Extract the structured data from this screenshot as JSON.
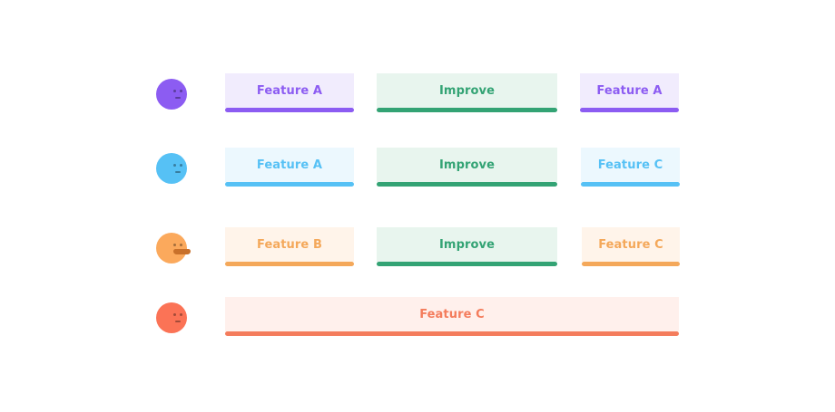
{
  "rows": [
    {
      "avatar": {
        "icon": "face-icon",
        "color": "#8c5cf2"
      },
      "blocks": [
        {
          "label": "Feature A",
          "text_color": "#8c5cf2",
          "bg": "#f1ecfd",
          "bar": "#8c5cf2"
        },
        {
          "label": "Improve",
          "text_color": "#33a374",
          "bg": "#e8f5ee",
          "bar": "#33a374"
        },
        {
          "label": "Feature A",
          "text_color": "#8c5cf2",
          "bg": "#f1ecfd",
          "bar": "#8c5cf2"
        }
      ]
    },
    {
      "avatar": {
        "icon": "face-icon",
        "color": "#56c1f5"
      },
      "blocks": [
        {
          "label": "Feature A",
          "text_color": "#56c1f5",
          "bg": "#ecf8fe",
          "bar": "#56c1f5"
        },
        {
          "label": "Improve",
          "text_color": "#33a374",
          "bg": "#e8f5ee",
          "bar": "#33a374"
        },
        {
          "label": "Feature C",
          "text_color": "#56c1f5",
          "bg": "#ecf8fe",
          "bar": "#56c1f5"
        }
      ]
    },
    {
      "avatar": {
        "icon": "mustache-face-icon",
        "color": "#fba95c"
      },
      "blocks": [
        {
          "label": "Feature B",
          "text_color": "#f4a85a",
          "bg": "#fff4ea",
          "bar": "#f4a85a"
        },
        {
          "label": "Improve",
          "text_color": "#33a374",
          "bg": "#e8f5ee",
          "bar": "#33a374"
        },
        {
          "label": "Feature C",
          "text_color": "#f4a85a",
          "bg": "#fff4ea",
          "bar": "#f4a85a"
        }
      ]
    },
    {
      "avatar": {
        "icon": "face-icon",
        "color": "#fb7356"
      },
      "blocks": [
        {
          "label": "Feature C",
          "text_color": "#f47c5c",
          "bg": "#fff0ec",
          "bar": "#f47c5c"
        }
      ]
    }
  ]
}
